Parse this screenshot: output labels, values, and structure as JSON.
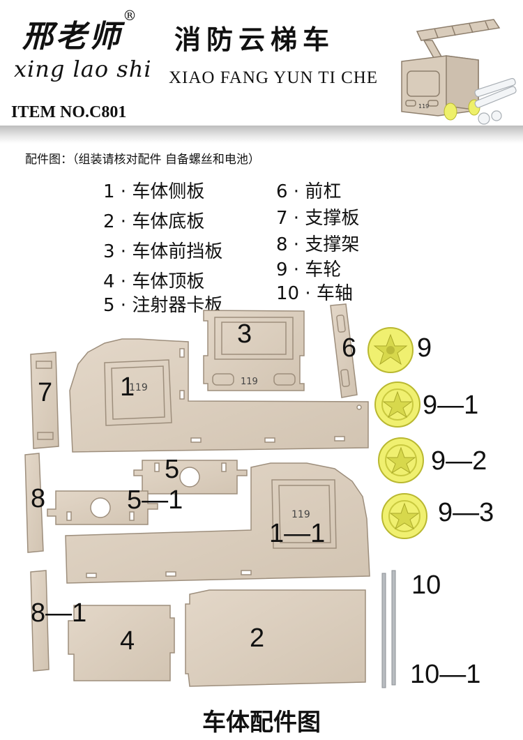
{
  "header": {
    "brand_cn": "邢老师",
    "brand_mark": "®",
    "brand_pinyin": "xing lao shi",
    "title_cn": "消防云梯车",
    "title_pinyin": "XIAO FANG YUN TI CHE",
    "item_no": "ITEM NO.C801"
  },
  "caption": "配件图：（组装请核对配件 自备螺丝和电池）",
  "legend_left": [
    "1 · 车体侧板",
    "2 · 车体底板",
    "3 · 车体前挡板",
    "4 · 车体顶板",
    "5 · 注射器卡板"
  ],
  "legend_right": [
    "6 · 前杠",
    "7 · 支撑板",
    "8 · 支撑架",
    "9 · 车轮",
    "10 · 车轴"
  ],
  "part_labels": {
    "p1": "1",
    "p1_1": "1—1",
    "p2": "2",
    "p3": "3",
    "p4": "4",
    "p5": "5",
    "p5_1": "5—1",
    "p6": "6",
    "p7": "7",
    "p8": "8",
    "p8_1": "8—1",
    "p9": "9",
    "p9_1": "9—1",
    "p9_2": "9—2",
    "p9_3": "9—3",
    "p10": "10",
    "p10_1": "10—1"
  },
  "engraving": "119",
  "hero_plate": "119",
  "footer": "车体配件图",
  "colors": {
    "wood": "#d9ccbb",
    "wood_edge": "#9d8e7c",
    "wheel": "#f0f070",
    "wheel_edge": "#b9b830",
    "metal": "#b8bcc0"
  }
}
